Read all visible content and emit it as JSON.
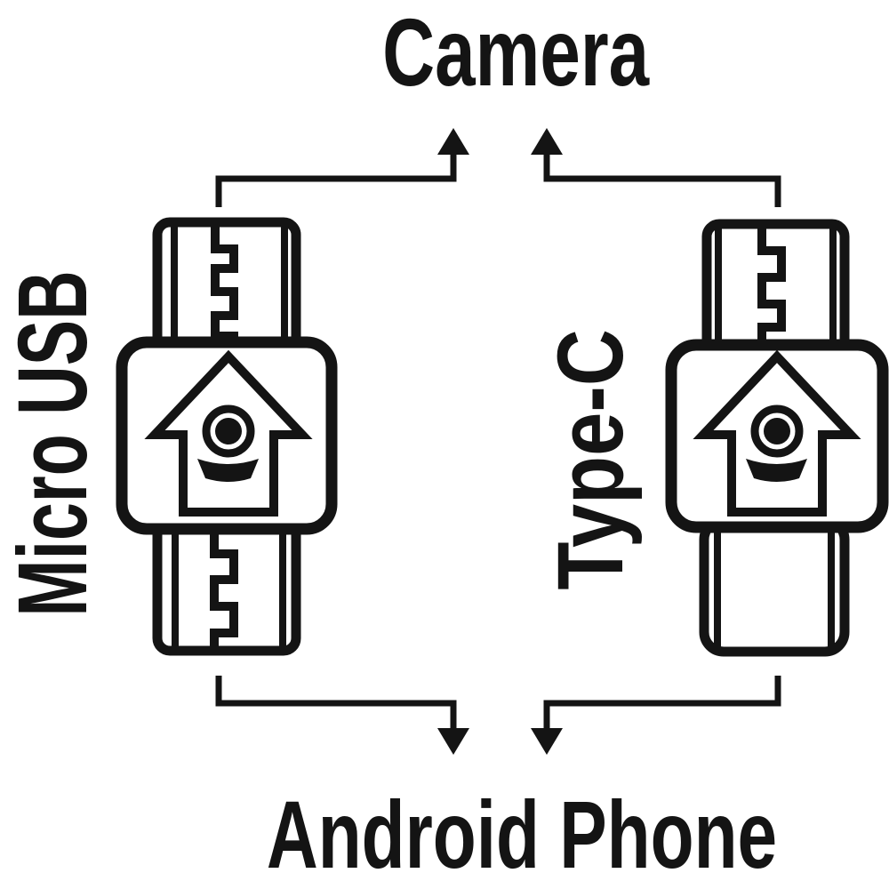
{
  "diagram": {
    "top_device_label": "Camera",
    "bottom_device_label": "Android Phone",
    "adapters": [
      {
        "name": "micro-usb-adapter",
        "label": "Micro USB"
      },
      {
        "name": "type-c-adapter",
        "label": "Type-C"
      }
    ],
    "icons": {
      "adapter_glyph": "house-shaped up-arrow with camera lens and curved mouth",
      "plug_detail": "zipper-style contact pattern inside USB plug",
      "connector_lines": "right-angle elbow lines with solid triangular arrowheads"
    },
    "colors": {
      "ink": "#141414",
      "background": "#ffffff"
    }
  }
}
